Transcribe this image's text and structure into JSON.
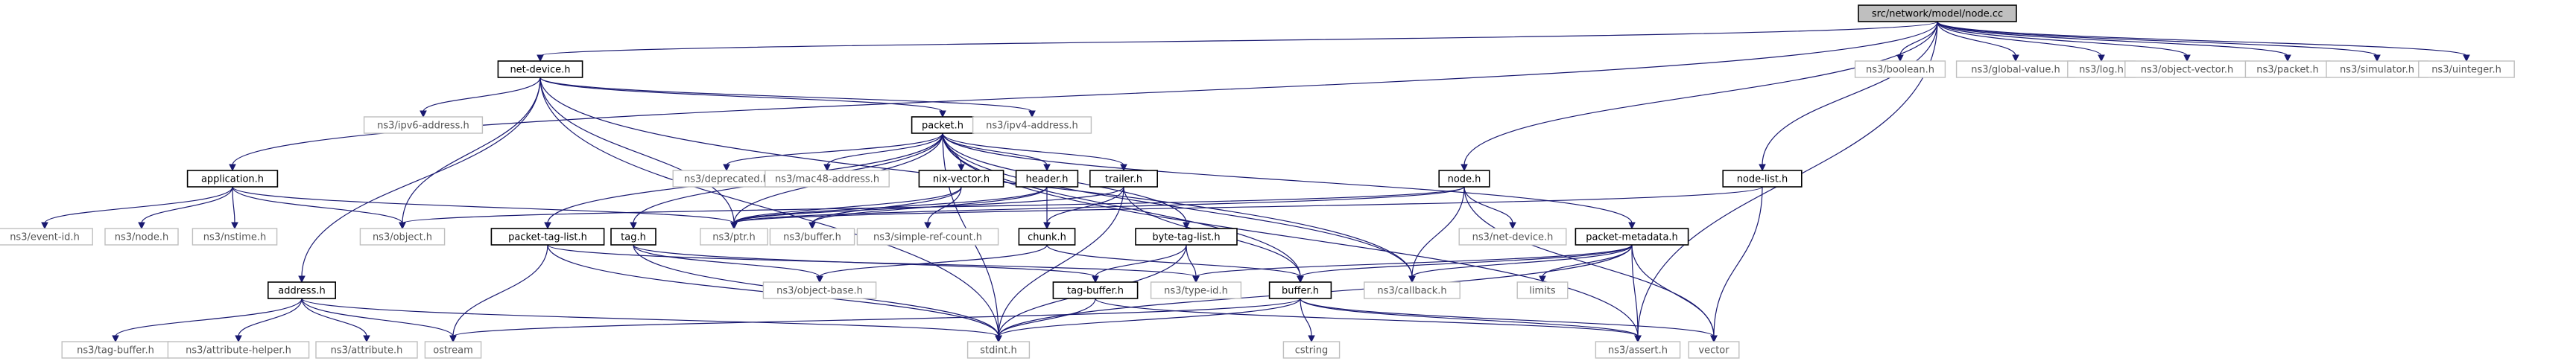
{
  "graph": {
    "root": "src/network/model/node.cc",
    "nodes": [
      {
        "id": "root",
        "label": "src/network/model/node.cc",
        "kind": "root"
      },
      {
        "id": "netdevice",
        "label": "net-device.h",
        "kind": "doc"
      },
      {
        "id": "packet",
        "label": "packet.h",
        "kind": "doc"
      },
      {
        "id": "application",
        "label": "application.h",
        "kind": "doc"
      },
      {
        "id": "node",
        "label": "node.h",
        "kind": "doc"
      },
      {
        "id": "nodelist",
        "label": "node-list.h",
        "kind": "doc"
      },
      {
        "id": "nixvector",
        "label": "nix-vector.h",
        "kind": "doc"
      },
      {
        "id": "header",
        "label": "header.h",
        "kind": "doc"
      },
      {
        "id": "trailer",
        "label": "trailer.h",
        "kind": "doc"
      },
      {
        "id": "chunk",
        "label": "chunk.h",
        "kind": "doc"
      },
      {
        "id": "bytetaglist",
        "label": "byte-tag-list.h",
        "kind": "doc"
      },
      {
        "id": "packettaglist",
        "label": "packet-tag-list.h",
        "kind": "doc"
      },
      {
        "id": "tag",
        "label": "tag.h",
        "kind": "doc"
      },
      {
        "id": "tagbuffer",
        "label": "tag-buffer.h",
        "kind": "doc"
      },
      {
        "id": "buffer",
        "label": "buffer.h",
        "kind": "doc"
      },
      {
        "id": "packetmetadata",
        "label": "packet-metadata.h",
        "kind": "doc"
      },
      {
        "id": "address",
        "label": "address.h",
        "kind": "doc"
      },
      {
        "id": "ns3boolean",
        "label": "ns3/boolean.h",
        "kind": "ext"
      },
      {
        "id": "ns3globalvalue",
        "label": "ns3/global-value.h",
        "kind": "ext"
      },
      {
        "id": "ns3log",
        "label": "ns3/log.h",
        "kind": "ext"
      },
      {
        "id": "ns3objectvector",
        "label": "ns3/object-vector.h",
        "kind": "ext"
      },
      {
        "id": "ns3packet",
        "label": "ns3/packet.h",
        "kind": "ext"
      },
      {
        "id": "ns3simulator",
        "label": "ns3/simulator.h",
        "kind": "ext"
      },
      {
        "id": "ns3uinteger",
        "label": "ns3/uinteger.h",
        "kind": "ext"
      },
      {
        "id": "ns3ipv6address",
        "label": "ns3/ipv6-address.h",
        "kind": "ext"
      },
      {
        "id": "ns3ipv4address",
        "label": "ns3/ipv4-address.h",
        "kind": "ext"
      },
      {
        "id": "ns3deprecated",
        "label": "ns3/deprecated.h",
        "kind": "ext"
      },
      {
        "id": "ns3mac48address",
        "label": "ns3/mac48-address.h",
        "kind": "ext"
      },
      {
        "id": "ns3eventid",
        "label": "ns3/event-id.h",
        "kind": "ext"
      },
      {
        "id": "ns3node",
        "label": "ns3/node.h",
        "kind": "ext"
      },
      {
        "id": "ns3nstime",
        "label": "ns3/nstime.h",
        "kind": "ext"
      },
      {
        "id": "ns3object",
        "label": "ns3/object.h",
        "kind": "ext"
      },
      {
        "id": "ns3ptr",
        "label": "ns3/ptr.h",
        "kind": "ext"
      },
      {
        "id": "ns3buffer",
        "label": "ns3/buffer.h",
        "kind": "ext"
      },
      {
        "id": "ns3simplerefcount",
        "label": "ns3/simple-ref-count.h",
        "kind": "ext"
      },
      {
        "id": "ns3netdevice",
        "label": "ns3/net-device.h",
        "kind": "ext"
      },
      {
        "id": "ns3objectbase",
        "label": "ns3/object-base.h",
        "kind": "ext"
      },
      {
        "id": "ns3typeid",
        "label": "ns3/type-id.h",
        "kind": "ext"
      },
      {
        "id": "ns3callback",
        "label": "ns3/callback.h",
        "kind": "ext"
      },
      {
        "id": "limits",
        "label": "limits",
        "kind": "ext"
      },
      {
        "id": "ns3tagbuffer",
        "label": "ns3/tag-buffer.h",
        "kind": "ext"
      },
      {
        "id": "ns3attributehelper",
        "label": "ns3/attribute-helper.h",
        "kind": "ext"
      },
      {
        "id": "ns3attribute",
        "label": "ns3/attribute.h",
        "kind": "ext"
      },
      {
        "id": "ostream",
        "label": "ostream",
        "kind": "ext"
      },
      {
        "id": "stdint",
        "label": "stdint.h",
        "kind": "ext"
      },
      {
        "id": "cstring",
        "label": "cstring",
        "kind": "ext"
      },
      {
        "id": "ns3assert",
        "label": "ns3/assert.h",
        "kind": "ext"
      },
      {
        "id": "vector",
        "label": "vector",
        "kind": "ext"
      }
    ],
    "edges": [
      [
        "root",
        "netdevice"
      ],
      [
        "root",
        "application"
      ],
      [
        "root",
        "node"
      ],
      [
        "root",
        "nodelist"
      ],
      [
        "root",
        "ns3boolean"
      ],
      [
        "root",
        "ns3globalvalue"
      ],
      [
        "root",
        "ns3log"
      ],
      [
        "root",
        "ns3objectvector"
      ],
      [
        "root",
        "ns3packet"
      ],
      [
        "root",
        "ns3simulator"
      ],
      [
        "root",
        "ns3uinteger"
      ],
      [
        "root",
        "ns3assert"
      ],
      [
        "netdevice",
        "ns3ipv6address"
      ],
      [
        "netdevice",
        "packet"
      ],
      [
        "netdevice",
        "ns3ipv4address"
      ],
      [
        "netdevice",
        "ns3object"
      ],
      [
        "netdevice",
        "ns3ptr"
      ],
      [
        "netdevice",
        "address"
      ],
      [
        "netdevice",
        "ns3callback"
      ],
      [
        "netdevice",
        "stdint"
      ],
      [
        "packet",
        "ns3deprecated"
      ],
      [
        "packet",
        "ns3mac48address"
      ],
      [
        "packet",
        "nixvector"
      ],
      [
        "packet",
        "header"
      ],
      [
        "packet",
        "trailer"
      ],
      [
        "packet",
        "bytetaglist"
      ],
      [
        "packet",
        "packetmetadata"
      ],
      [
        "packet",
        "packettaglist"
      ],
      [
        "packet",
        "tag"
      ],
      [
        "packet",
        "ns3ptr"
      ],
      [
        "packet",
        "buffer"
      ],
      [
        "packet",
        "ns3callback"
      ],
      [
        "packet",
        "ns3assert"
      ],
      [
        "packet",
        "stdint"
      ],
      [
        "application",
        "ns3eventid"
      ],
      [
        "application",
        "ns3node"
      ],
      [
        "application",
        "ns3nstime"
      ],
      [
        "application",
        "ns3object"
      ],
      [
        "application",
        "ns3ptr"
      ],
      [
        "node",
        "ns3object"
      ],
      [
        "node",
        "ns3ptr"
      ],
      [
        "node",
        "ns3netdevice"
      ],
      [
        "node",
        "ns3callback"
      ],
      [
        "node",
        "vector"
      ],
      [
        "nodelist",
        "ns3ptr"
      ],
      [
        "nodelist",
        "vector"
      ],
      [
        "nixvector",
        "ns3ptr"
      ],
      [
        "nixvector",
        "ns3buffer"
      ],
      [
        "nixvector",
        "ns3simplerefcount"
      ],
      [
        "header",
        "ns3ptr"
      ],
      [
        "header",
        "chunk"
      ],
      [
        "header",
        "ns3buffer"
      ],
      [
        "trailer",
        "ns3ptr"
      ],
      [
        "trailer",
        "chunk"
      ],
      [
        "trailer",
        "stdint"
      ],
      [
        "trailer",
        "buffer"
      ],
      [
        "chunk",
        "ns3objectbase"
      ],
      [
        "chunk",
        "buffer"
      ],
      [
        "bytetaglist",
        "tagbuffer"
      ],
      [
        "bytetaglist",
        "ns3typeid"
      ],
      [
        "bytetaglist",
        "stdint"
      ],
      [
        "packettaglist",
        "ns3typeid"
      ],
      [
        "packettaglist",
        "ostream"
      ],
      [
        "packettaglist",
        "stdint"
      ],
      [
        "tag",
        "ns3objectbase"
      ],
      [
        "tag",
        "tagbuffer"
      ],
      [
        "tag",
        "stdint"
      ],
      [
        "tagbuffer",
        "stdint"
      ],
      [
        "tagbuffer",
        "ns3assert"
      ],
      [
        "buffer",
        "stdint"
      ],
      [
        "buffer",
        "ostream"
      ],
      [
        "buffer",
        "cstring"
      ],
      [
        "buffer",
        "vector"
      ],
      [
        "buffer",
        "ns3assert"
      ],
      [
        "packetmetadata",
        "ns3typeid"
      ],
      [
        "packetmetadata",
        "buffer"
      ],
      [
        "packetmetadata",
        "ns3callback"
      ],
      [
        "packetmetadata",
        "limits"
      ],
      [
        "packetmetadata",
        "ns3assert"
      ],
      [
        "packetmetadata",
        "vector"
      ],
      [
        "packetmetadata",
        "stdint"
      ],
      [
        "address",
        "ns3tagbuffer"
      ],
      [
        "address",
        "ns3attributehelper"
      ],
      [
        "address",
        "ns3attribute"
      ],
      [
        "address",
        "ostream"
      ],
      [
        "address",
        "stdint"
      ]
    ]
  }
}
